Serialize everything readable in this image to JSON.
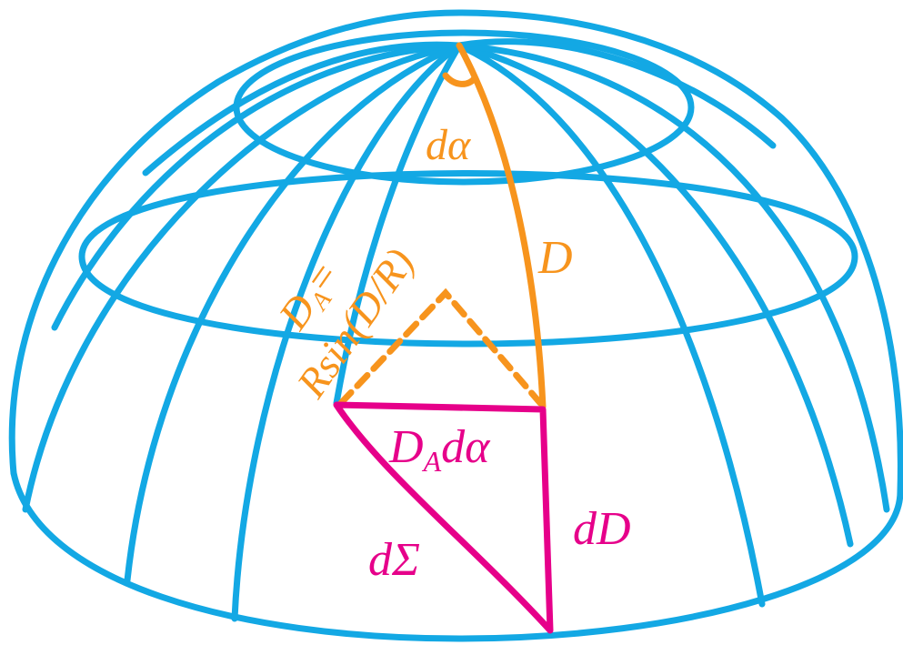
{
  "colors": {
    "grid": "#13a8e4",
    "orange": "#f7941d",
    "magenta": "#e6008a",
    "background": "#ffffff"
  },
  "labels": {
    "d_alpha": "dα",
    "D": "D",
    "DA_eq_line1_D": "D",
    "DA_eq_line1_sub": "A",
    "DA_eq_line1_eq": "=",
    "DA_eq_line2": "Rsin(D/R)",
    "DA_dalpha_D": "D",
    "DA_dalpha_sub": "A",
    "DA_dalpha_rest": "dα",
    "dD": "dD",
    "dSigma": "dΣ"
  }
}
